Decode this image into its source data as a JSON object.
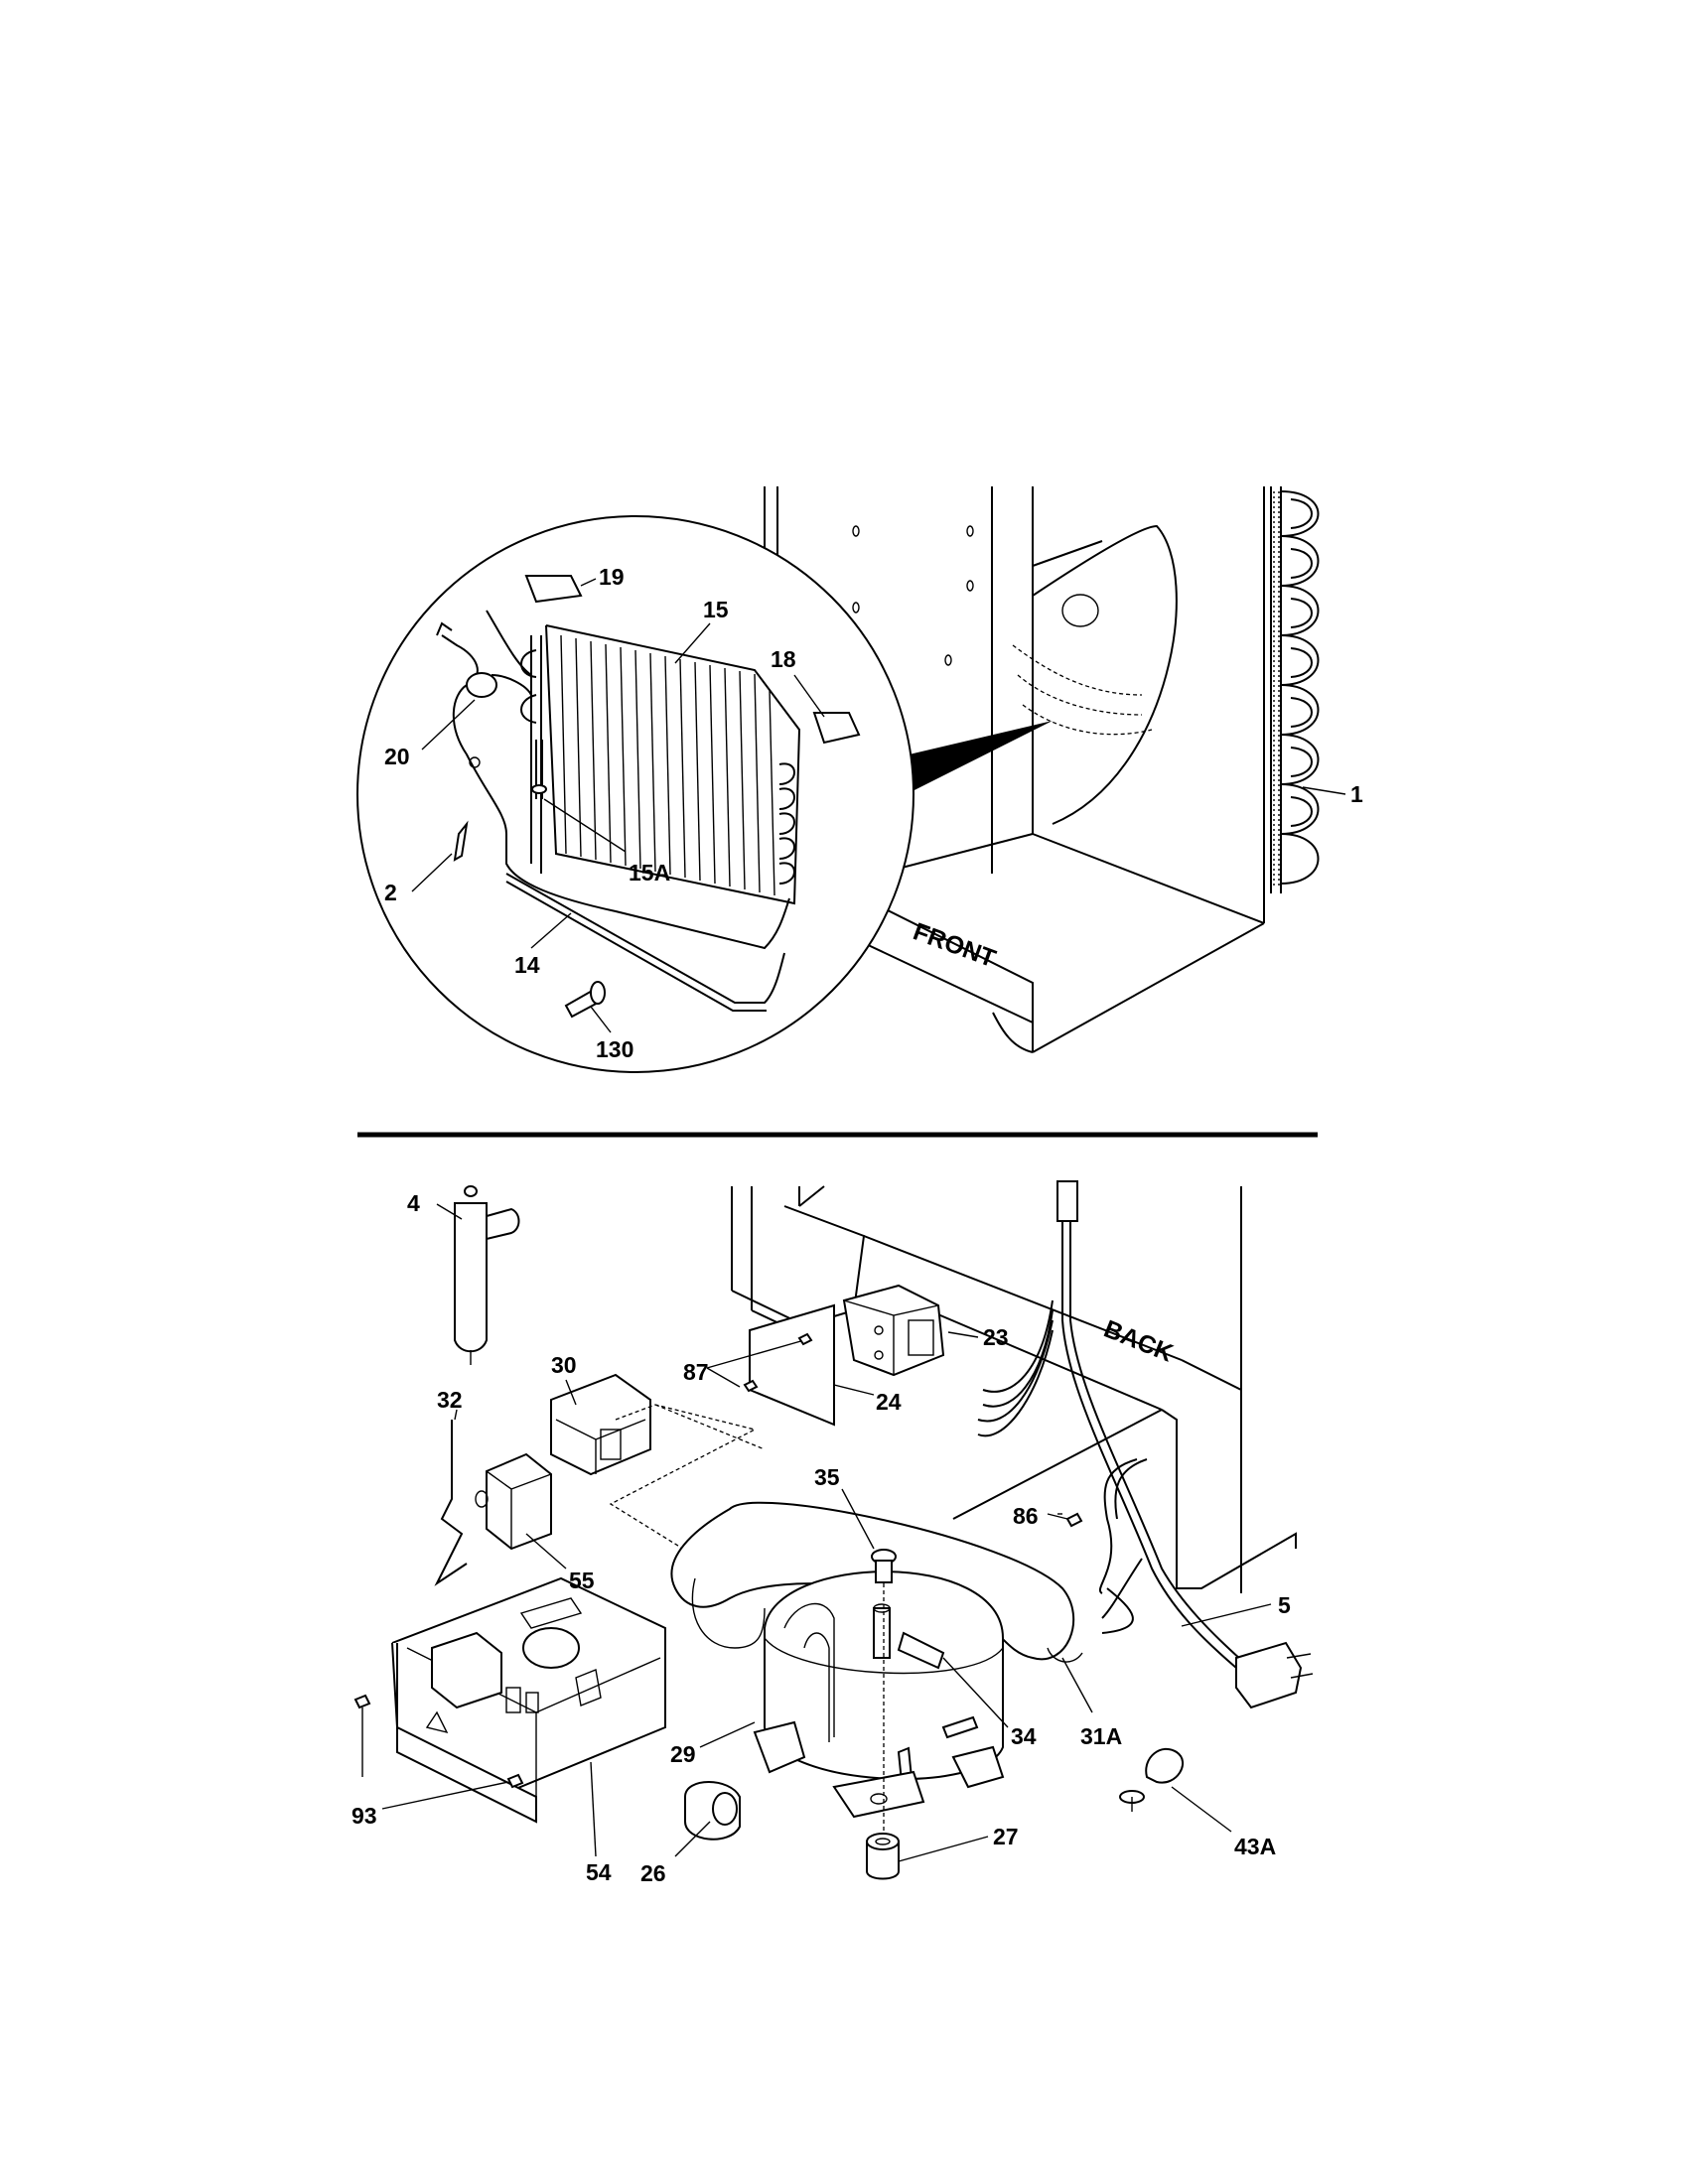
{
  "words": {
    "front": "FRONT",
    "back": "BACK"
  },
  "callouts": {
    "c19": "19",
    "c15": "15",
    "c18": "18",
    "c20": "20",
    "c15a": "15A",
    "c2": "2",
    "c14": "14",
    "c130": "130",
    "c1": "1",
    "c4": "4",
    "c30": "30",
    "c87": "87",
    "c23": "23",
    "c24": "24",
    "c32": "32",
    "c35": "35",
    "c86": "86",
    "c55": "55",
    "c5": "5",
    "c29": "29",
    "c34": "34",
    "c31a": "31A",
    "c93": "93",
    "c54": "54",
    "c26": "26",
    "c27": "27",
    "c43a": "43A"
  }
}
